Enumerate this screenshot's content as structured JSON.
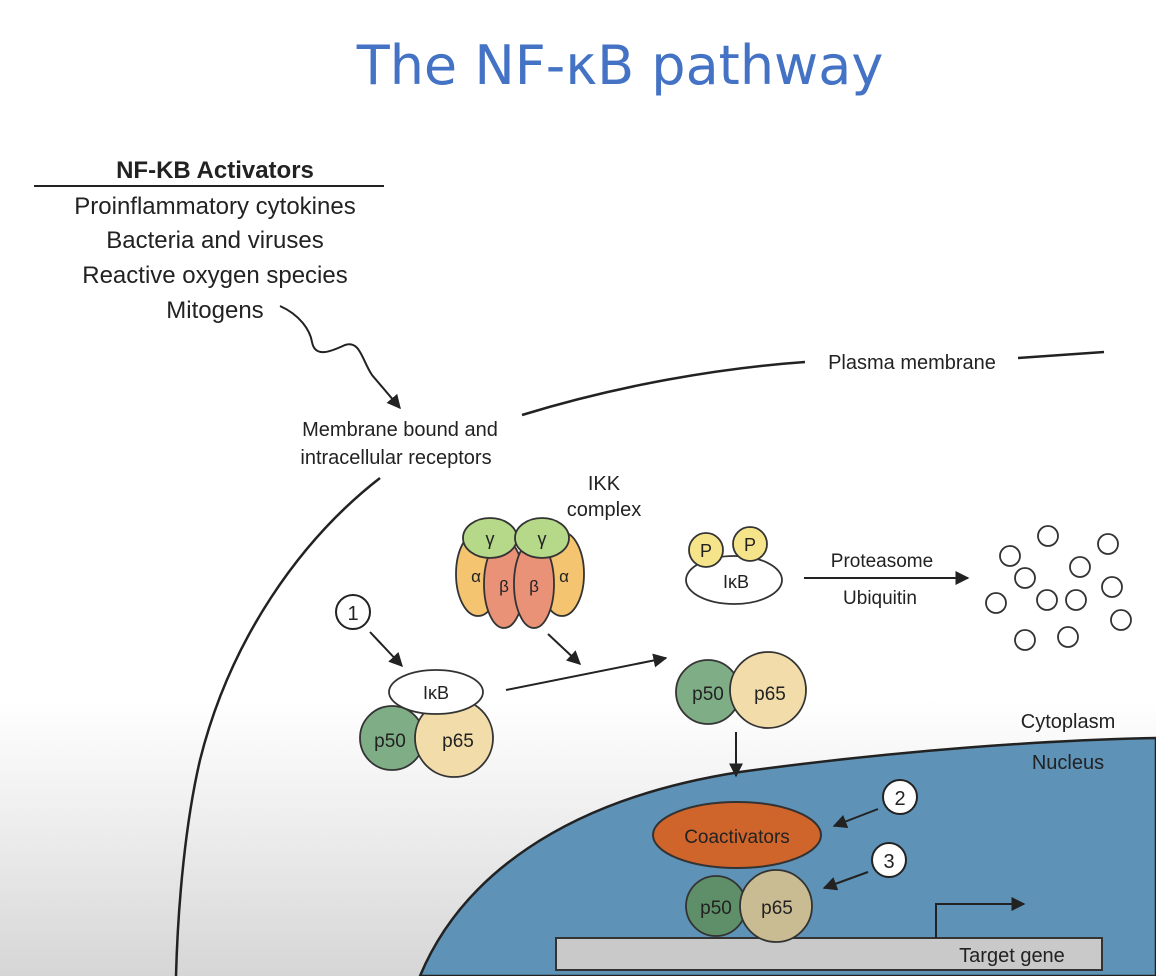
{
  "title": "The NF-κB pathway",
  "activators": {
    "heading": "NF-KB Activators",
    "items": [
      "Proinflammatory cytokines",
      "Bacteria and viruses",
      "Reactive oxygen species",
      "Mitogens"
    ]
  },
  "labels": {
    "plasma_membrane": "Plasma membrane",
    "receptors_line1": "Membrane bound and",
    "receptors_line2": "intracellular receptors",
    "ikk_line1": "IKK",
    "ikk_line2": "complex",
    "proteasome": "Proteasome",
    "ubiquitin": "Ubiquitin",
    "cytoplasm": "Cytoplasm",
    "nucleus": "Nucleus",
    "coactivators": "Coactivators",
    "target_gene": "Target gene",
    "ikb": "IκB",
    "p50": "p50",
    "p65": "p65",
    "phospho": "P",
    "gamma": "γ",
    "alpha": "α",
    "beta": "β",
    "step1": "1",
    "step2": "2",
    "step3": "3"
  },
  "colors": {
    "title": "#4472c4",
    "nucleus": "#5e92b6",
    "p50": "#7fae86",
    "p65": "#f2ddaa",
    "coactivators": "#d0652c",
    "gamma": "#b6d889",
    "alpha": "#f4c471",
    "beta": "#ea9278",
    "phospho": "#f6e48a"
  }
}
